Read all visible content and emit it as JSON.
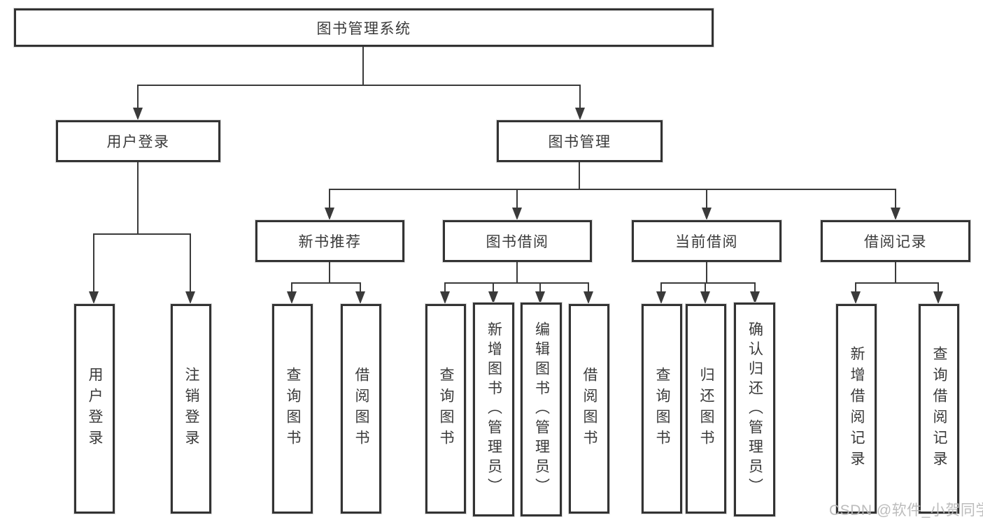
{
  "diagram": {
    "title": "图书管理系统",
    "branches": [
      {
        "label": "用户登录",
        "children": [
          {
            "label": "用户登录"
          },
          {
            "label": "注销登录"
          }
        ]
      },
      {
        "label": "图书管理",
        "children": [
          {
            "label": "新书推荐",
            "children": [
              {
                "label": "查询图书"
              },
              {
                "label": "借阅图书"
              }
            ]
          },
          {
            "label": "图书借阅",
            "children": [
              {
                "label": "查询图书"
              },
              {
                "label": "新增图书（管理员）"
              },
              {
                "label": "编辑图书（管理员）"
              },
              {
                "label": "借阅图书"
              }
            ]
          },
          {
            "label": "当前借阅",
            "children": [
              {
                "label": "查询图书"
              },
              {
                "label": "归还图书"
              },
              {
                "label": "确认归还（管理员）"
              }
            ]
          },
          {
            "label": "借阅记录",
            "children": [
              {
                "label": "新增借阅记录"
              },
              {
                "label": "查询借阅记录"
              }
            ]
          }
        ]
      }
    ]
  },
  "watermark": {
    "text": "CSDN @软件_小贺同学"
  },
  "colors": {
    "box_border": "#333333",
    "connector": "#3a3a3a",
    "text": "#3a3a3a",
    "watermark": "#b8b8b8",
    "background": "#ffffff"
  }
}
